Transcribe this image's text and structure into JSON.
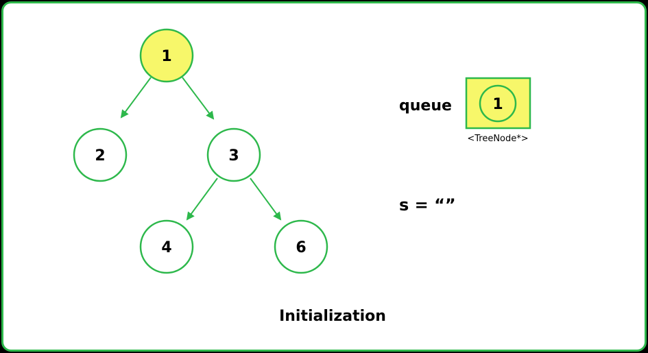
{
  "colors": {
    "frame": "#2db84b",
    "node_stroke": "#2db84b",
    "highlight_fill": "#f7f76a",
    "node_fill": "#ffffff",
    "background": "#000000"
  },
  "tree": {
    "nodes": [
      {
        "id": "n1",
        "label": "1",
        "highlighted": true
      },
      {
        "id": "n2",
        "label": "2",
        "highlighted": false
      },
      {
        "id": "n3",
        "label": "3",
        "highlighted": false
      },
      {
        "id": "n4",
        "label": "4",
        "highlighted": false
      },
      {
        "id": "n6",
        "label": "6",
        "highlighted": false
      }
    ],
    "edges": [
      {
        "from": "n1",
        "to": "n2"
      },
      {
        "from": "n1",
        "to": "n3"
      },
      {
        "from": "n3",
        "to": "n4"
      },
      {
        "from": "n3",
        "to": "n6"
      }
    ]
  },
  "queue": {
    "label": "queue",
    "items": [
      "1"
    ],
    "type_label": "<TreeNode*>"
  },
  "string_var": {
    "text": "s = “”"
  },
  "caption": "Initialization"
}
